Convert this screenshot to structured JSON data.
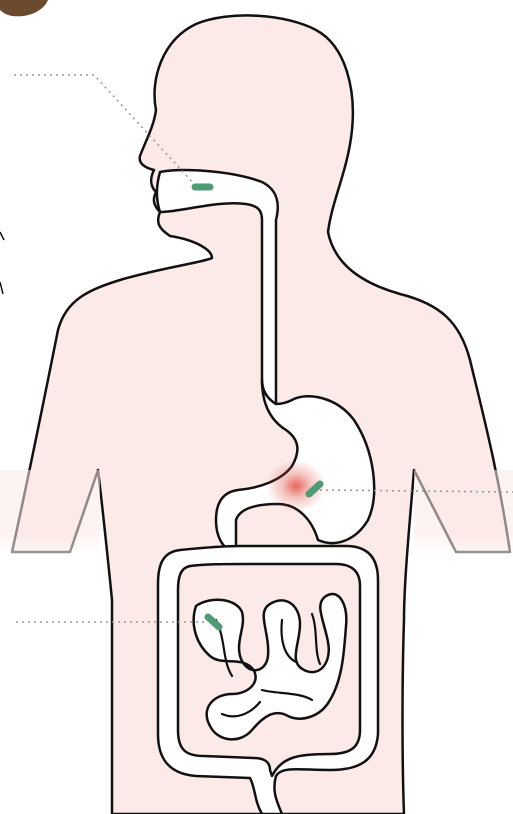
{
  "diagram": {
    "body_fill_color": "#fbeae7",
    "outline_color": "#111111",
    "tract_fill_color": "#ffffff",
    "pill_color": "#4f9b74",
    "highlight_color": "#e04b3f",
    "leader_line_color": "#9b9b9b",
    "corner_blob_color": "#6b4a2e",
    "pill_markers": [
      {
        "name": "mouth-pill-marker",
        "region": "mouth"
      },
      {
        "name": "stomach-pill-marker",
        "region": "stomach"
      },
      {
        "name": "small-intestine-pill-marker",
        "region": "small intestine"
      }
    ],
    "labels": []
  }
}
